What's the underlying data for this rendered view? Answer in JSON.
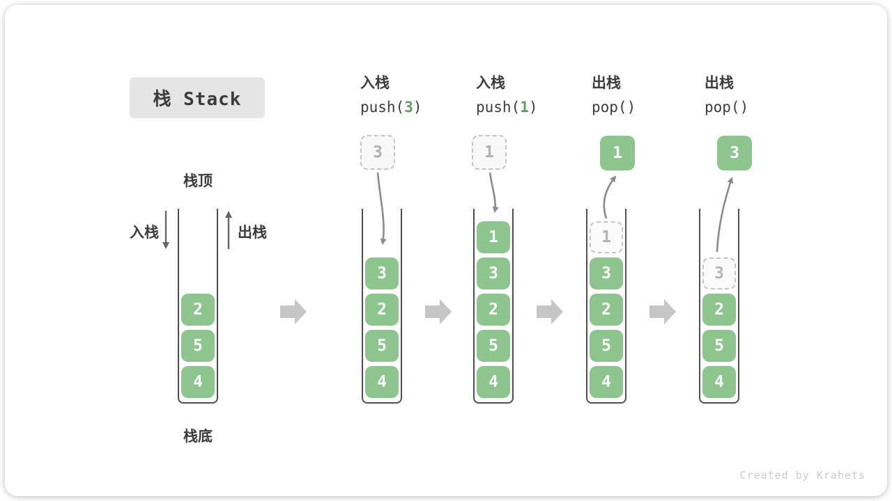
{
  "title": "栈 Stack",
  "stage_labels": {
    "top": "栈顶",
    "bottom": "栈底",
    "push": "入栈",
    "pop": "出栈"
  },
  "operations": [
    {
      "name": "入栈",
      "code_prefix": "push(",
      "code_arg": "3",
      "code_suffix": ")"
    },
    {
      "name": "入栈",
      "code_prefix": "push(",
      "code_arg": "1",
      "code_suffix": ")"
    },
    {
      "name": "出栈",
      "code_prefix": "pop(",
      "code_arg": "",
      "code_suffix": ")"
    },
    {
      "name": "出栈",
      "code_prefix": "pop(",
      "code_arg": "",
      "code_suffix": ")"
    }
  ],
  "stacks": [
    {
      "blocks": [
        "2",
        "5",
        "4"
      ]
    },
    {
      "float_value": "3",
      "blocks": [
        "3",
        "2",
        "5",
        "4"
      ]
    },
    {
      "float_value": "1",
      "blocks": [
        "1",
        "3",
        "2",
        "5",
        "4"
      ]
    },
    {
      "float_value": "1",
      "ghost_value": "1",
      "blocks": [
        "3",
        "2",
        "5",
        "4"
      ]
    },
    {
      "float_value": "3",
      "ghost_value": "3",
      "blocks": [
        "2",
        "5",
        "4"
      ]
    }
  ],
  "watermark": "Created by Krahets",
  "colors": {
    "block_green": "#8dc58f",
    "arg_green": "#5da05d",
    "ghost_border": "#c4c4c4",
    "flow_arrow_gray": "#c6c6c6",
    "curve_arrow_gray": "#8a8a8a",
    "title_bg": "#e5e5e5",
    "text_dark": "#3c3c3c"
  }
}
